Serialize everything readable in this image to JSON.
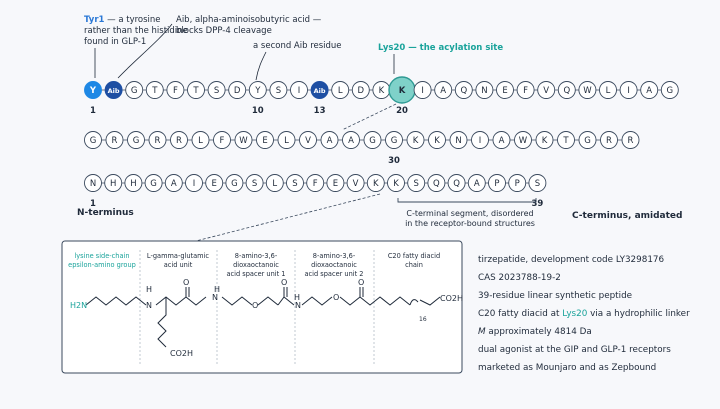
{
  "colors": {
    "bead_fill": "#ffffff",
    "bead_stroke": "#3b4a5e",
    "tyr_fill": "#1e88e5",
    "aib_fill": "#1e4fa3",
    "lys20_fill": "#7fd1c9",
    "lys20_stroke": "#2e9a93",
    "accent_text": "#2a78d6",
    "teal_text": "#1aa39b",
    "dark_text": "#1f2a3a"
  },
  "annotations": {
    "tyr1": {
      "name": "Tyr1",
      "rest": " — a tyrosine",
      "line2": "rather than the histidine",
      "line3": "found in GLP-1"
    },
    "aib": {
      "line1": "Aib, alpha-aminoisobutyric acid —",
      "line2": "blocks DPP-4 cleavage"
    },
    "aib13": {
      "line1": "a second Aib residue"
    },
    "lys20": {
      "line1": "Lys20 — the acylation site"
    },
    "cterm_segment": {
      "line1": "C-terminal segment, disordered",
      "line2": "in the receptor-bound structures"
    }
  },
  "chain": {
    "row1": [
      "Y",
      "Aib",
      "G",
      "T",
      "F",
      "T",
      "S",
      "D",
      "Y",
      "S",
      "I",
      "Aib",
      "L",
      "D",
      "K",
      "K",
      "I",
      "A",
      "Q",
      "N",
      "E",
      "F",
      "V",
      "Q",
      "W",
      "L",
      "I",
      "A",
      "G"
    ],
    "row2": [
      "G",
      "R",
      "G",
      "R",
      "R",
      "L",
      "F",
      "W",
      "E",
      "L",
      "V",
      "A",
      "A",
      "G",
      "G",
      "K",
      "K",
      "N",
      "I",
      "A",
      "W",
      "K",
      "T",
      "G",
      "R",
      "R"
    ],
    "row3": [
      "N",
      "H",
      "H",
      "G",
      "A",
      "I",
      "E",
      "G",
      "S",
      "L",
      "S",
      "F",
      "E",
      "V",
      "K",
      "K",
      "S",
      "Q",
      "Q",
      "A",
      "P",
      "P",
      "S"
    ]
  },
  "numbers": {
    "row1": [
      "1",
      "10",
      "13",
      "20"
    ],
    "row2": [
      "30"
    ],
    "row3": [
      "1",
      "39"
    ]
  },
  "labels": {
    "n_terminus": "N-terminus",
    "c_terminus": "C-terminus, amidated"
  },
  "sidechain": {
    "units": [
      {
        "line1": "lysine side-chain",
        "line2": "epsilon-amino group"
      },
      {
        "line1": "L-gamma-glutamic",
        "line2": "acid unit"
      },
      {
        "line1": "8-amino-3,6-",
        "line2": "dioxaoctanoic",
        "line3": "acid spacer unit 1"
      },
      {
        "line1": "8-amino-3,6-",
        "line2": "dioxaoctanoic",
        "line3": "acid spacer unit 2"
      },
      {
        "line1": "C20 fatty diacid",
        "line2": "chain"
      }
    ],
    "atoms": {
      "h2n": "H2N",
      "h": "H",
      "n": "N",
      "o": "O",
      "co2h": "CO2H",
      "sub16": "16"
    }
  },
  "info": {
    "title": "tirzepatide, development code LY3298176",
    "cas": "CAS 2023788-19-2",
    "length": "39-residue linear synthetic peptide",
    "acyl_pre": "C20 fatty diacid at ",
    "acyl_hl": "Lys20",
    "acyl_post": " via a hydrophilic linker",
    "mass_sym": "M",
    "mass_rest": " approximately 4814 Da",
    "agonist": "dual agonist at the GIP and GLP-1 receptors",
    "marketed": "marketed as Mounjaro and as Zepbound"
  }
}
